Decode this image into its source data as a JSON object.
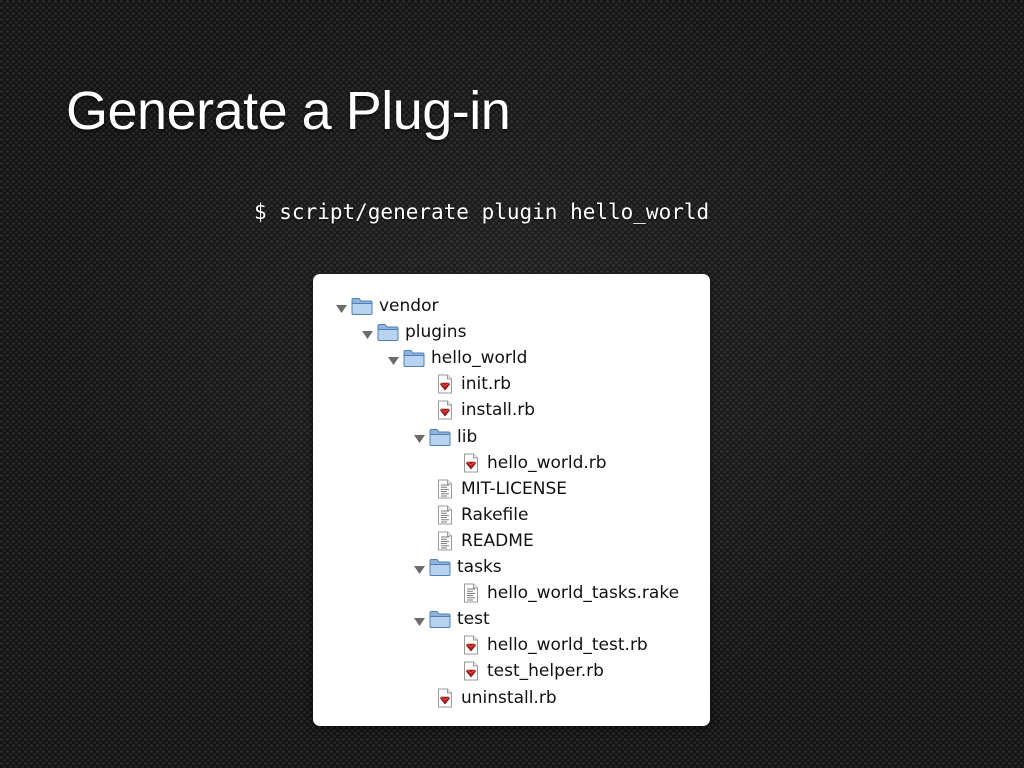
{
  "slide": {
    "title": "Generate a Plug-in",
    "command": "$ script/generate plugin hello_world"
  },
  "tree": [
    {
      "label": "vendor",
      "type": "folder",
      "depth": 0,
      "expanded": true
    },
    {
      "label": "plugins",
      "type": "folder",
      "depth": 1,
      "expanded": true
    },
    {
      "label": "hello_world",
      "type": "folder",
      "depth": 2,
      "expanded": true
    },
    {
      "label": "init.rb",
      "type": "ruby-file",
      "depth": 3
    },
    {
      "label": "install.rb",
      "type": "ruby-file",
      "depth": 3
    },
    {
      "label": "lib",
      "type": "folder",
      "depth": 3,
      "expanded": true
    },
    {
      "label": "hello_world.rb",
      "type": "ruby-file",
      "depth": 4
    },
    {
      "label": "MIT-LICENSE",
      "type": "text-file",
      "depth": 3
    },
    {
      "label": "Rakefile",
      "type": "text-file",
      "depth": 3
    },
    {
      "label": "README",
      "type": "text-file",
      "depth": 3
    },
    {
      "label": "tasks",
      "type": "folder",
      "depth": 3,
      "expanded": true
    },
    {
      "label": "hello_world_tasks.rake",
      "type": "text-file",
      "depth": 4
    },
    {
      "label": "test",
      "type": "folder",
      "depth": 3,
      "expanded": true
    },
    {
      "label": "hello_world_test.rb",
      "type": "ruby-file",
      "depth": 4
    },
    {
      "label": "test_helper.rb",
      "type": "ruby-file",
      "depth": 4
    },
    {
      "label": "uninstall.rb",
      "type": "ruby-file",
      "depth": 3
    }
  ],
  "icons": {
    "folder": "folder-icon",
    "ruby-file": "ruby-file-icon",
    "text-file": "text-file-icon",
    "disclosure": "disclosure-triangle-icon"
  }
}
